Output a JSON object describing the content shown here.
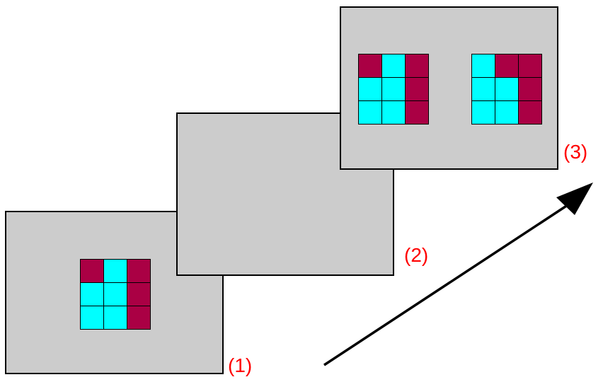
{
  "colors": {
    "panel": "#cccccc",
    "cell_cyan": "#00ffff",
    "cell_maroon": "#aa0044",
    "label": "#ff0000",
    "arrow": "#000000"
  },
  "labels": [
    "(1)",
    "(2)",
    "(3)"
  ],
  "grids": {
    "panel1": [
      [
        "m",
        "c",
        "m"
      ],
      [
        "c",
        "c",
        "m"
      ],
      [
        "c",
        "c",
        "m"
      ]
    ],
    "panel3_left": [
      [
        "m",
        "c",
        "m"
      ],
      [
        "c",
        "c",
        "m"
      ],
      [
        "c",
        "c",
        "m"
      ]
    ],
    "panel3_right": [
      [
        "c",
        "m",
        "m"
      ],
      [
        "c",
        "c",
        "m"
      ],
      [
        "c",
        "c",
        "m"
      ]
    ]
  },
  "arrow": {
    "direction": "up-right"
  }
}
